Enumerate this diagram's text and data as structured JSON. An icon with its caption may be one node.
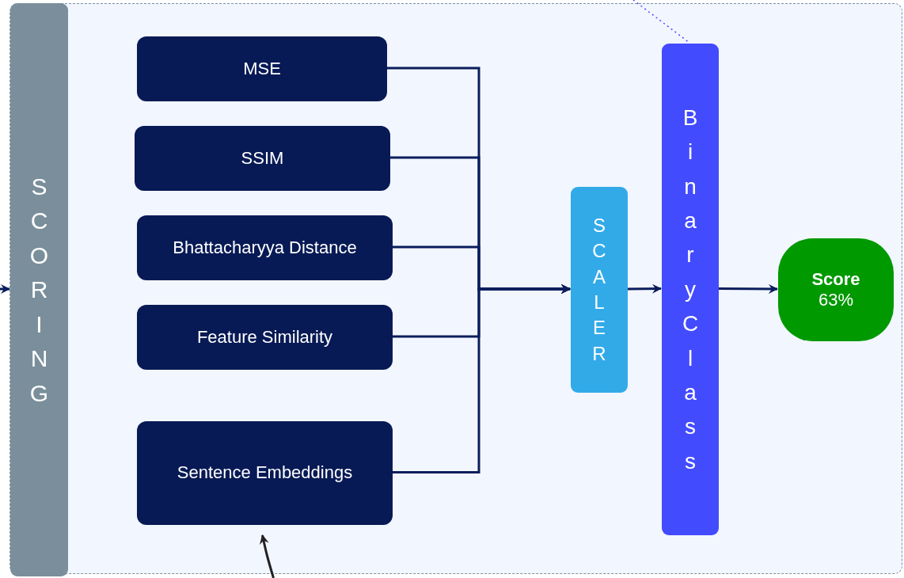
{
  "diagram": {
    "nodes": [
      {
        "text": [],
        "shape": "box"
      },
      {
        "text": [
          "SCORING"
        ],
        "in": 0
      },
      {
        "text": [
          "MSE"
        ],
        "in": 0
      },
      {
        "text": [
          "SSIM"
        ],
        "in": 0
      },
      {
        "text": [
          "Bhattacharyya Distance"
        ],
        "in": 0
      },
      {
        "text": [
          "Feature Similarity"
        ],
        "in": 0
      },
      {
        "text": [
          "Sentence Embeddings"
        ],
        "in": 0
      },
      {
        "text": [
          "SCALER"
        ],
        "in": 0
      },
      {
        "text": [
          "Binary Class"
        ],
        "in": 0
      },
      {
        "text": [
          "Score",
          "63%"
        ],
        "in": 0
      }
    ],
    "edges": [
      {
        "from": 2,
        "to": 7,
        "arrow": "to"
      },
      {
        "from": 3,
        "to": 7,
        "arrow": "to"
      },
      {
        "from": 4,
        "to": 7,
        "arrow": "to"
      },
      {
        "from": 5,
        "to": 7,
        "arrow": "to"
      },
      {
        "from": 6,
        "to": 7,
        "arrow": "to"
      },
      {
        "from": 7,
        "to": 8,
        "arrow": "to"
      },
      {
        "from": 8,
        "to": 9,
        "arrow": "to"
      },
      {
        "from": null,
        "to": 1,
        "arrow": "to"
      },
      {
        "from": null,
        "to": 8,
        "arrow": "none",
        "style": "dashed",
        "color": "#4a4aff"
      },
      {
        "from": null,
        "to": 6,
        "arrow": "to",
        "color": "#222222"
      }
    ]
  }
}
